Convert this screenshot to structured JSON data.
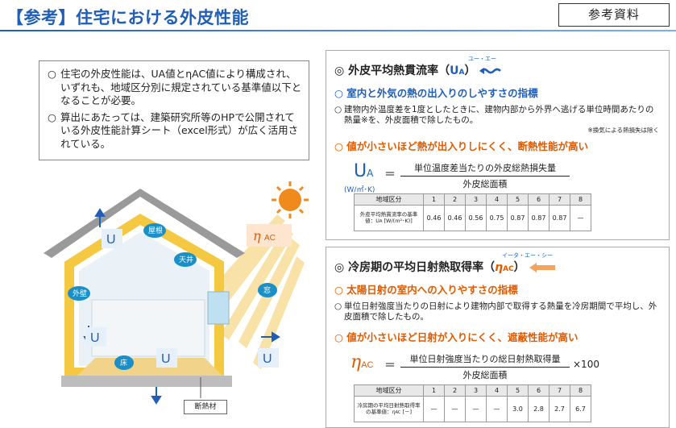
{
  "header": {
    "title": "【参考】住宅における外皮性能",
    "ref_label": "参考資料"
  },
  "intro": {
    "bullet_mark": "○",
    "items": [
      "住宅の外皮性能は、UA値とηAC値により構成され、いずれも、地域区分別に規定されている基準値以下となることが必要。",
      "算出にあたっては、建築研究所等のHPで公開されている外皮性能計算シート（excel形式）が広く活用されている。"
    ]
  },
  "house": {
    "labels": {
      "roof": "屋根",
      "ceiling": "天井",
      "outer_wall": "外壁",
      "window": "窓",
      "floor": "床",
      "u": "U",
      "eta": "η",
      "eta_sub": "AC",
      "insulation": "断熱材"
    },
    "colors": {
      "insulation": "#f5c842",
      "accent_blue": "#1f5fb8",
      "roof": "#9a9a9a"
    }
  },
  "panel1": {
    "heading_mark": "◎",
    "heading": "外皮平均熱貫流率（",
    "heading_sym": "U",
    "heading_sub": "A",
    "heading_close": "）",
    "ruby": "ユー・エー",
    "point": "○ 室内と外気の熱の出入りのしやすさの指標",
    "desc_mark": "○",
    "desc": "建物内外温度差を1度としたときに、建物内部から外界へ逃げる単位時間あたりの熱量※を、外皮面積で除したもの。",
    "note": "※換気による熱損失は除く",
    "emphasis": "○ 値が小さいほど熱が出入りしにくく、断熱性能が高い",
    "formula": {
      "symbol": "U",
      "sub": "A",
      "unit": "(W/㎡･K)",
      "eq": "＝",
      "numerator": "単位温度差当たりの外皮総熱損失量",
      "denominator": "外皮総面積"
    },
    "table": {
      "header_label": "地域区分",
      "regions": [
        "1",
        "2",
        "3",
        "4",
        "5",
        "6",
        "7",
        "8"
      ],
      "row_label": "外皮平均熱貫流率の基準値：U",
      "row_label_sub": "A",
      "row_label_unit": "[W/(m²･K)]",
      "values": [
        "0.46",
        "0.46",
        "0.56",
        "0.75",
        "0.87",
        "0.87",
        "0.87",
        "—"
      ]
    }
  },
  "panel2": {
    "heading_mark": "◎",
    "heading": "冷房期の平均日射熱取得率（",
    "heading_sym": "η",
    "heading_sub": "AC",
    "heading_close": "）",
    "ruby": "イータ・エー・シー",
    "point": "○ 太陽日射の室内への入りやすさの指標",
    "desc_mark": "○",
    "desc": "単位日射強度当たりの日射により建物内部で取得する熱量を冷房期間で平均し、外皮面積で除したもの。",
    "emphasis": "○ 値が小さいほど日射が入りにくく、遮蔽性能が高い",
    "formula": {
      "symbol": "η",
      "sub": "AC",
      "eq": "＝",
      "numerator": "単位日射強度当たりの総日射熱取得量",
      "denominator": "外皮総面積",
      "times": "×100"
    },
    "table": {
      "header_label": "地域区分",
      "regions": [
        "1",
        "2",
        "3",
        "4",
        "5",
        "6",
        "7",
        "8"
      ],
      "row_label": "冷房期の平均日射熱取得率の基準値：",
      "row_label_sym": "η",
      "row_label_sub": "AC",
      "row_label_unit": "[－]",
      "values": [
        "—",
        "—",
        "—",
        "—",
        "3.0",
        "2.8",
        "2.7",
        "6.7"
      ]
    }
  }
}
